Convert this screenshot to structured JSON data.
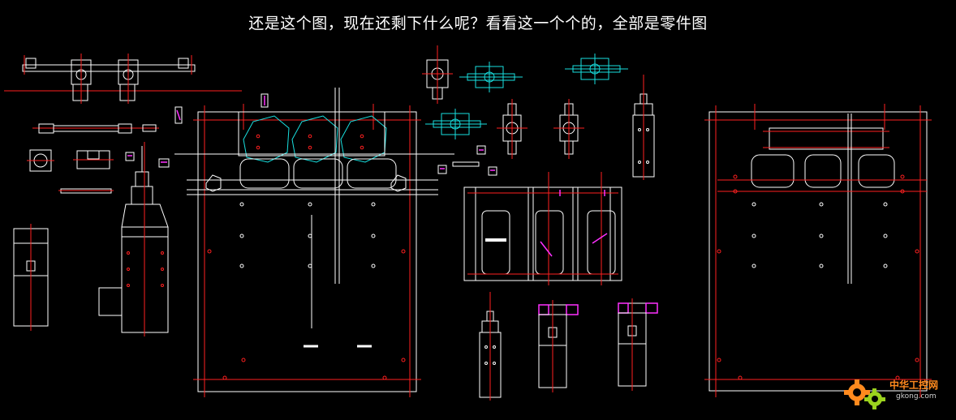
{
  "caption": "还是这个图，现在还剩下什么呢？看看这一个个的，全部是零件图",
  "watermark": {
    "name": "中华工控网",
    "url": "gkong.com",
    "icon": "gear-logo-icon"
  },
  "colors": {
    "background": "#000000",
    "outline": "#ffffff",
    "centerline": "#ff2020",
    "cyan": "#19e0e0",
    "magenta": "#ff30ff",
    "watermark_orange": "#ff8a1e"
  }
}
